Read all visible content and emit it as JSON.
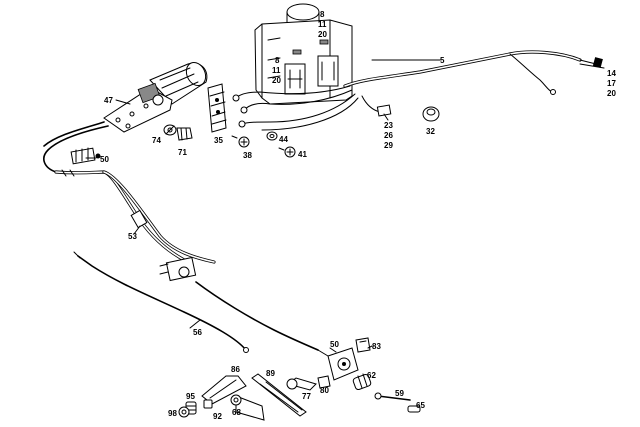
{
  "diagram": {
    "labels": {
      "reservoir_top_a": "8",
      "reservoir_top_b": "11",
      "reservoir_top_c": "20",
      "reservoir_side_a": "8",
      "reservoir_side_b": "11",
      "reservoir_side_c": "20",
      "harness": "5",
      "connector_a": "14",
      "connector_b": "17",
      "connector_c": "20",
      "grommet_a": "23",
      "grommet_b": "26",
      "grommet_c": "29",
      "cap": "32",
      "motor": "47",
      "washer": "74",
      "nut_71": "71",
      "bracket": "35",
      "screw_38": "38",
      "washer_44": "44",
      "screw_41": "41",
      "linkage_upper": "50",
      "tube": "53",
      "cable": "56",
      "linkage_lower": "50",
      "clip": "83",
      "bushing": "62",
      "pin": "59",
      "end_cap": "65",
      "arm": "86",
      "blade": "89",
      "screw_77": "77",
      "nut_80": "80",
      "bolt": "95",
      "nut_98": "98",
      "washer_92": "92",
      "spacer": "68"
    }
  }
}
